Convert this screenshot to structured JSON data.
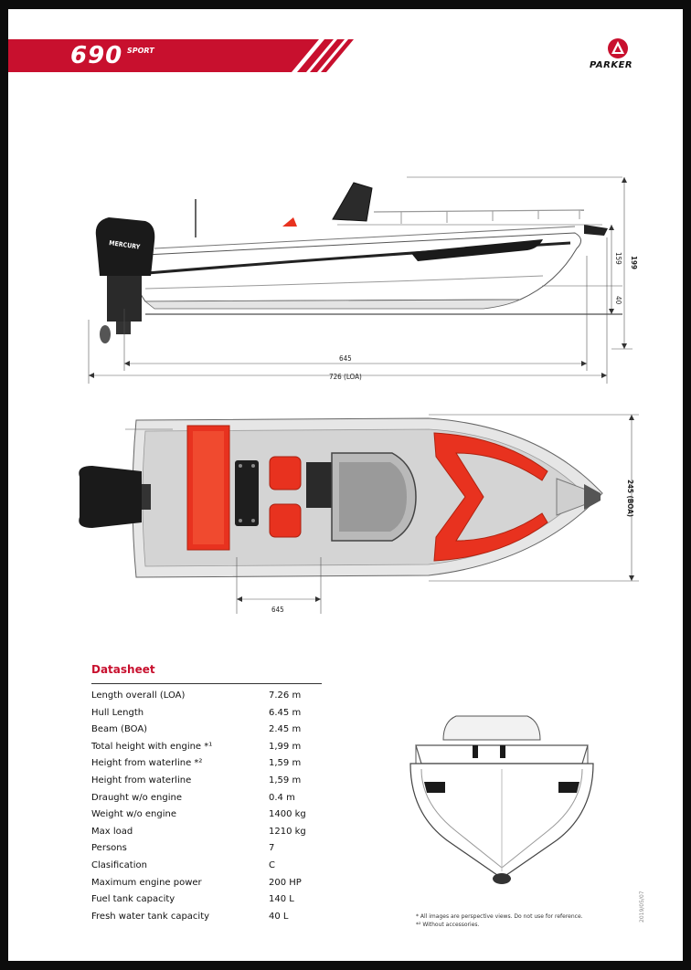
{
  "header": {
    "model_number": "690",
    "model_variant": "SPORT",
    "brand": "PARKER"
  },
  "side_view": {
    "outboard_text": "MERCURY",
    "dim_hull_length": "645",
    "dim_loa": "726 (LOA)",
    "dim_total_height": "199",
    "dim_height_waterline": "159",
    "dim_draught": "40"
  },
  "top_view": {
    "dim_beam": "245 (BOA)",
    "dim_cockpit": "645"
  },
  "datasheet": {
    "title": "Datasheet",
    "rows": [
      {
        "label": "Length overall (LOA)",
        "value": "7.26 m"
      },
      {
        "label": "Hull Length",
        "value": "6.45 m"
      },
      {
        "label": "Beam (BOA)",
        "value": "2.45 m"
      },
      {
        "label": "Total height with engine *¹",
        "value": "1,99 m"
      },
      {
        "label": "Height from waterline *²",
        "value": "1,59 m"
      },
      {
        "label": "Height from waterline",
        "value": "1,59 m"
      },
      {
        "label": "Draught w/o engine",
        "value": "0.4 m"
      },
      {
        "label": "Weight w/o engine",
        "value": "1400 kg"
      },
      {
        "label": "Max load",
        "value": "1210 kg"
      },
      {
        "label": "Persons",
        "value": "7"
      },
      {
        "label": "Clasification",
        "value": "C"
      },
      {
        "label": "Maximum engine power",
        "value": "200 HP"
      },
      {
        "label": "Fuel tank capacity",
        "value": "140 L"
      },
      {
        "label": "Fresh water tank capacity",
        "value": "40 L"
      }
    ]
  },
  "footnotes": [
    "*   All images are perspective views. Do not use for reference.",
    "*² Without accessories."
  ],
  "document_code": "2019/05/07",
  "colors": {
    "brand_red": "#c8102e",
    "cushion_red": "#e8321f",
    "deck_grey": "#d6d6d6"
  }
}
